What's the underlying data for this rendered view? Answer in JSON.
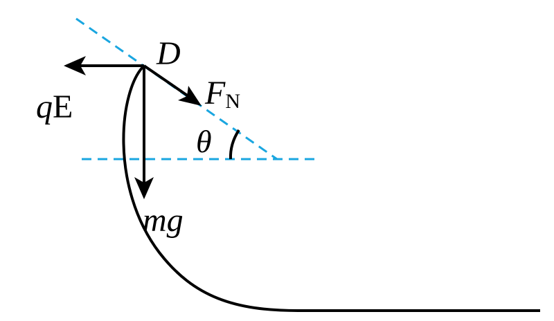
{
  "labels": {
    "point": "D",
    "normal_force_main": "F",
    "normal_force_sub": "N",
    "electric_force_q": "q",
    "electric_force_E": "E",
    "gravity": "mg",
    "angle": "θ"
  },
  "colors": {
    "ink": "#000000",
    "dashed_line": "#1aa6e0"
  }
}
